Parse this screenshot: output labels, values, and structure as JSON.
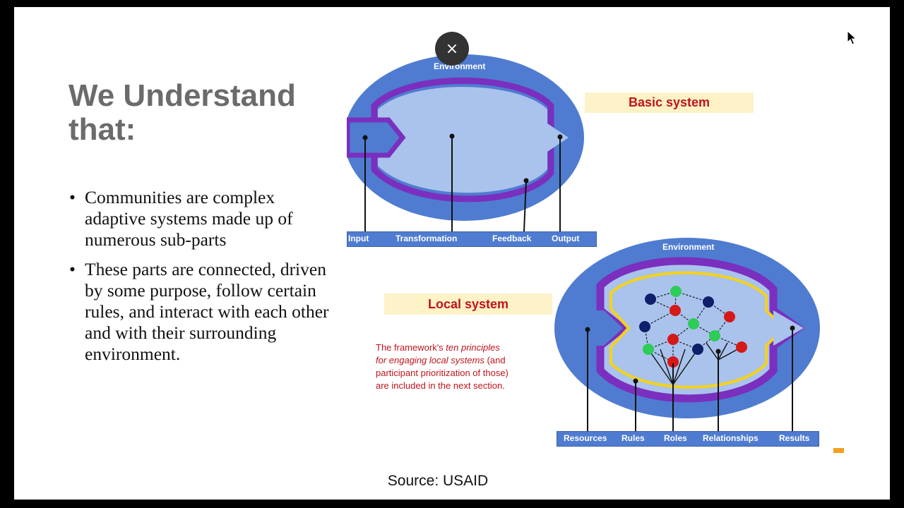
{
  "slide": {
    "title": "We Understand that:",
    "bullets": [
      "Communities are complex adaptive systems made up of numerous sub-parts",
      "These parts are connected, driven by some purpose, follow certain rules, and interact with each other and with their surrounding environment."
    ],
    "source": "Source: USAID"
  },
  "basic_system": {
    "label": "Basic system",
    "environment": "Environment",
    "bar_labels": [
      "Input",
      "Transformation",
      "Feedback",
      "Output"
    ]
  },
  "local_system": {
    "label": "Local system",
    "environment": "Environment",
    "bar_labels": [
      "Resources",
      "Rules",
      "Roles",
      "Relationships",
      "Results"
    ],
    "note": {
      "part1": "The framework's ",
      "italic": "ten principles for engaging local systems",
      "part2": " (and participant prioritization of those) are included in the next section."
    }
  },
  "controls": {
    "close_symbol": "×"
  },
  "colors": {
    "ellipse_outer": "#4f7cd0",
    "ellipse_inner": "#a9c3ec",
    "ring_purple": "#7a2fbf",
    "ring_yellow": "#f5d21a",
    "label_bg": "#fdf2c8",
    "label_text": "#c0141c",
    "node_navy": "#0f1f6b",
    "node_red": "#d61818",
    "node_green": "#2ecc58"
  }
}
